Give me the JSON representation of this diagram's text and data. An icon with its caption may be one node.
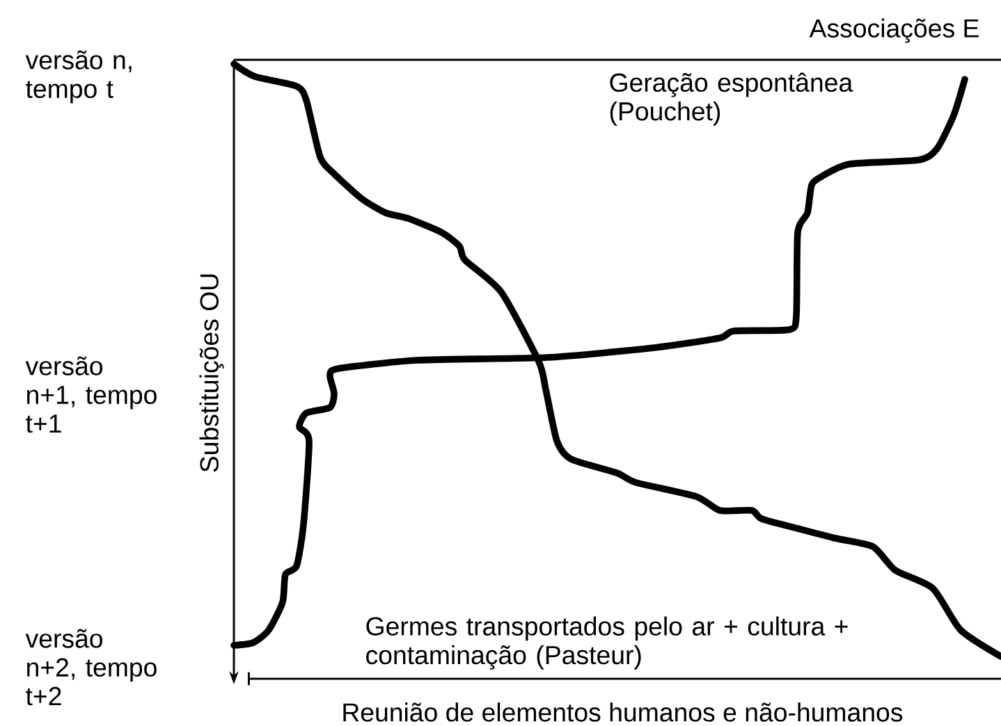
{
  "diagram": {
    "labels": [
      "Associações E",
      "versão n, tempo t",
      "Geração espontânea (Pouchet)",
      "Substituições OU",
      "versão n+1, tempo t+1",
      "Germes transportados pelo ar + cultura + contaminação (Pasteur)",
      "versão n+2, tempo t+2",
      "Reunião de elementos humanos e não-humanos"
    ]
  }
}
